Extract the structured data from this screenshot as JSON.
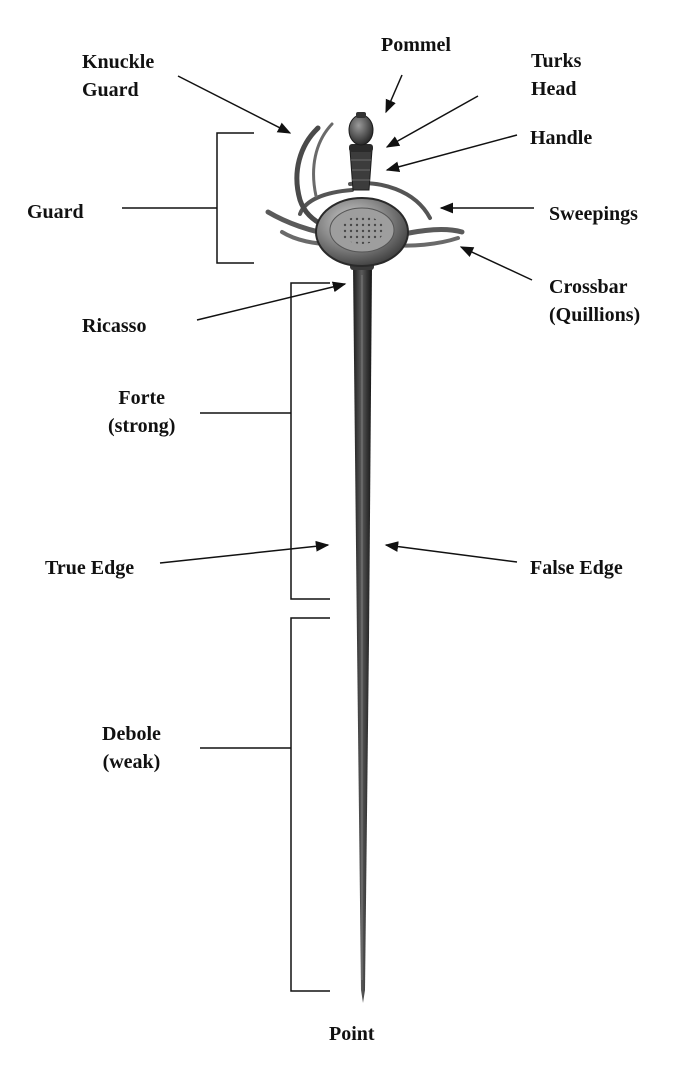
{
  "labels": {
    "pommel": "Pommel",
    "knuckle_guard": [
      "Knuckle",
      "Guard"
    ],
    "turks_head": [
      "Turks",
      "Head"
    ],
    "handle": "Handle",
    "guard": "Guard",
    "sweepings": "Sweepings",
    "crossbar": [
      "Crossbar",
      "(Quillions)"
    ],
    "ricasso": "Ricasso",
    "forte": [
      "Forte",
      "(strong)"
    ],
    "true_edge": "True Edge",
    "false_edge": "False Edge",
    "debole": [
      "Debole",
      "(weak)"
    ],
    "point": "Point"
  },
  "colors": {
    "ink": "#111111",
    "steel_dark": "#2f2f2f",
    "steel_mid": "#6f6f6f",
    "steel_light": "#bdbdbd"
  }
}
